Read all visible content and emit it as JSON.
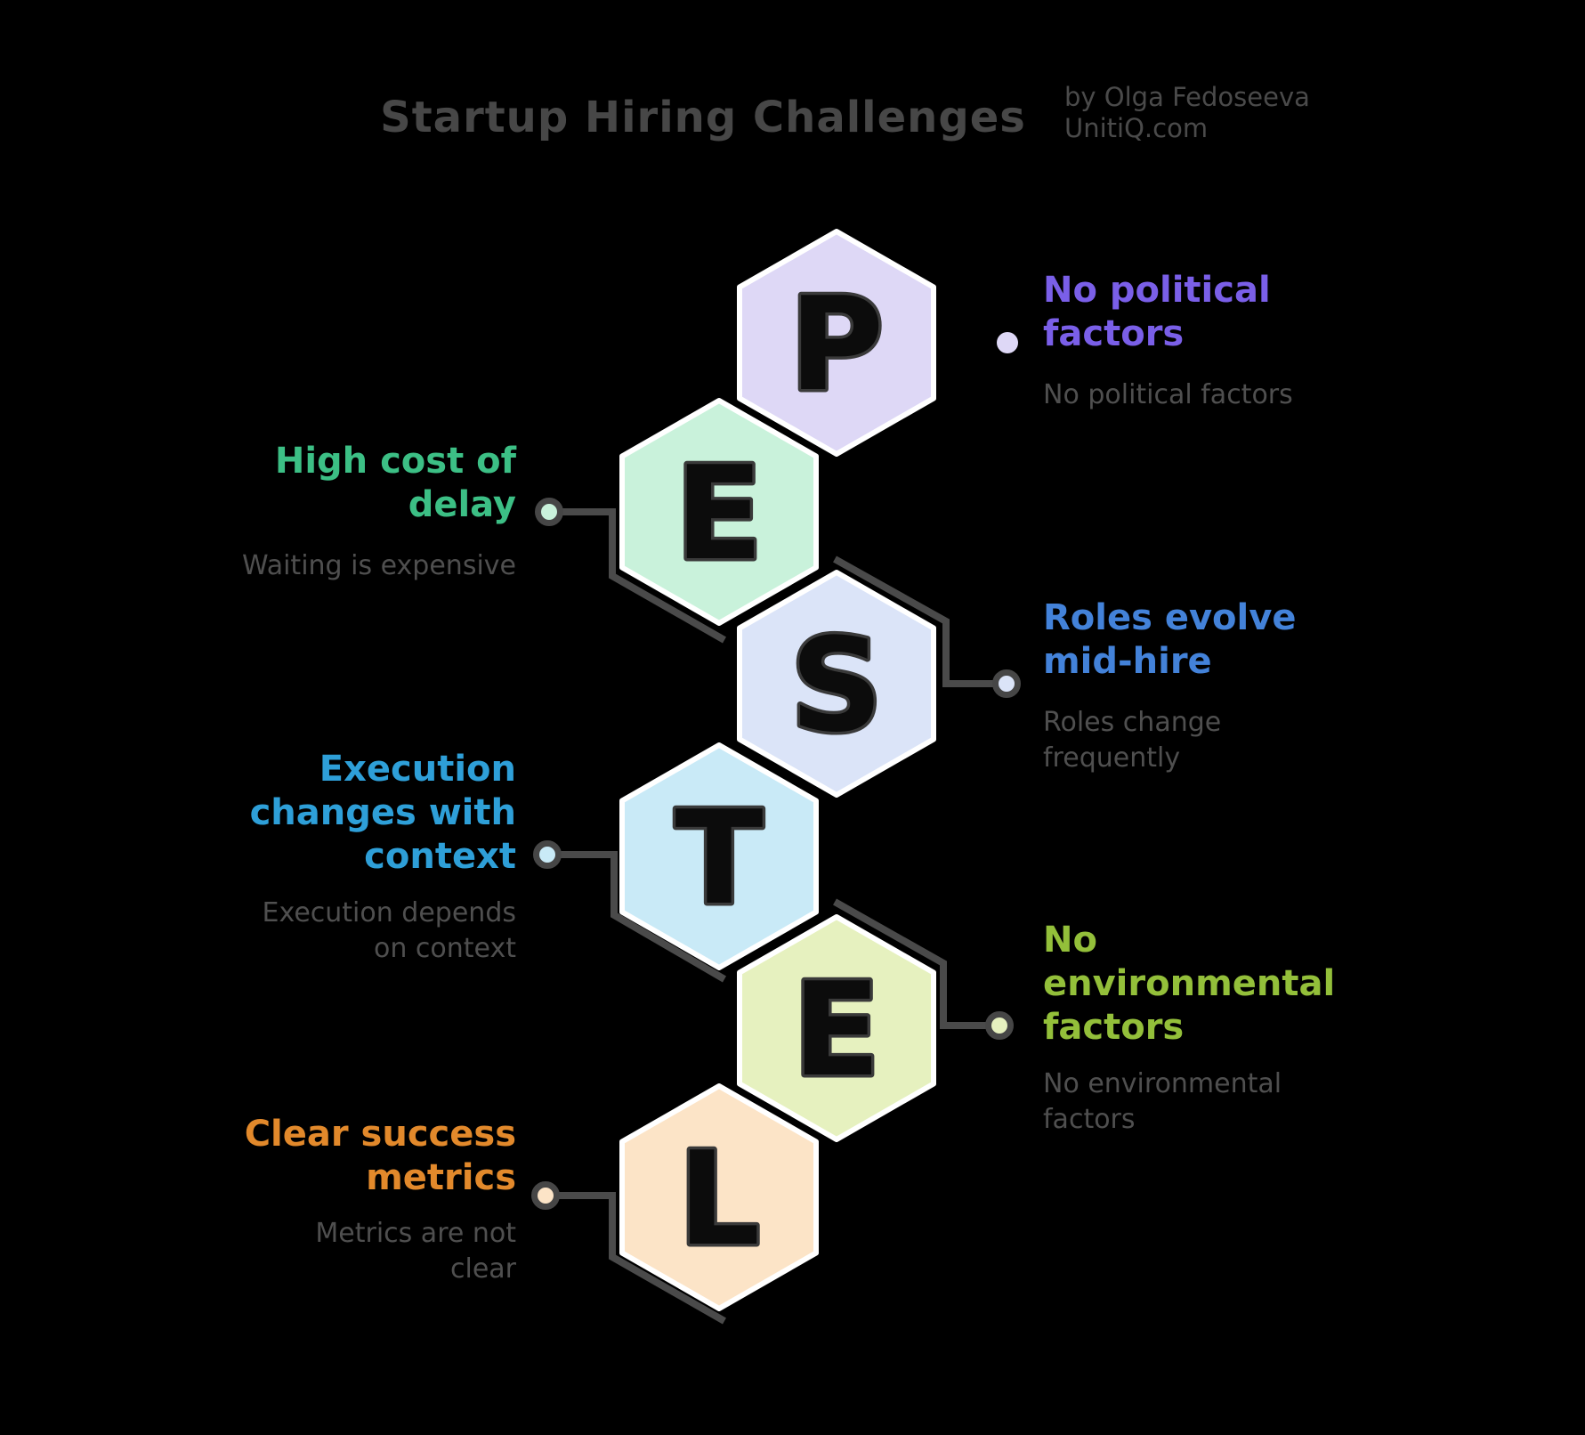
{
  "title": "Startup Hiring Challenges",
  "byline": {
    "author": "by Olga Fedoseeva",
    "site": "UnitiQ.com"
  },
  "palette": {
    "background": "#000000",
    "title_color": "#474747",
    "byline_color": "#4a4a4a",
    "sub_color": "#4f4f4f",
    "connector_color": "#4a4a4a",
    "dot_ring_color": "#464646",
    "hex_border": "#ffffff",
    "letter_fill": "#0c0c0c",
    "letter_stroke": "#3a3a3a"
  },
  "items": [
    {
      "letter": "P",
      "hex_fill": "#ded8f6",
      "heading": "No political\nfactors",
      "heading_color": "#7a5fe8",
      "sub": "No political factors"
    },
    {
      "letter": "E",
      "hex_fill": "#c9f2db",
      "heading": "High cost of\ndelay",
      "heading_color": "#3cbf85",
      "sub": "Waiting is expensive"
    },
    {
      "letter": "S",
      "hex_fill": "#dbe4f8",
      "heading": "Roles evolve\nmid-hire",
      "heading_color": "#4382d9",
      "sub": "Roles change\nfrequently"
    },
    {
      "letter": "T",
      "hex_fill": "#c9eaf7",
      "heading": "Execution\nchanges with\ncontext",
      "heading_color": "#2e9fd8",
      "sub": "Execution depends\non context"
    },
    {
      "letter": "E",
      "hex_fill": "#e6f1bf",
      "heading": "No\nenvironmental\nfactors",
      "heading_color": "#93bf3a",
      "sub": "No environmental\nfactors"
    },
    {
      "letter": "L",
      "hex_fill": "#fce4c7",
      "heading": "Clear success\nmetrics",
      "heading_color": "#e2892b",
      "sub": "Metrics are not\nclear"
    }
  ]
}
